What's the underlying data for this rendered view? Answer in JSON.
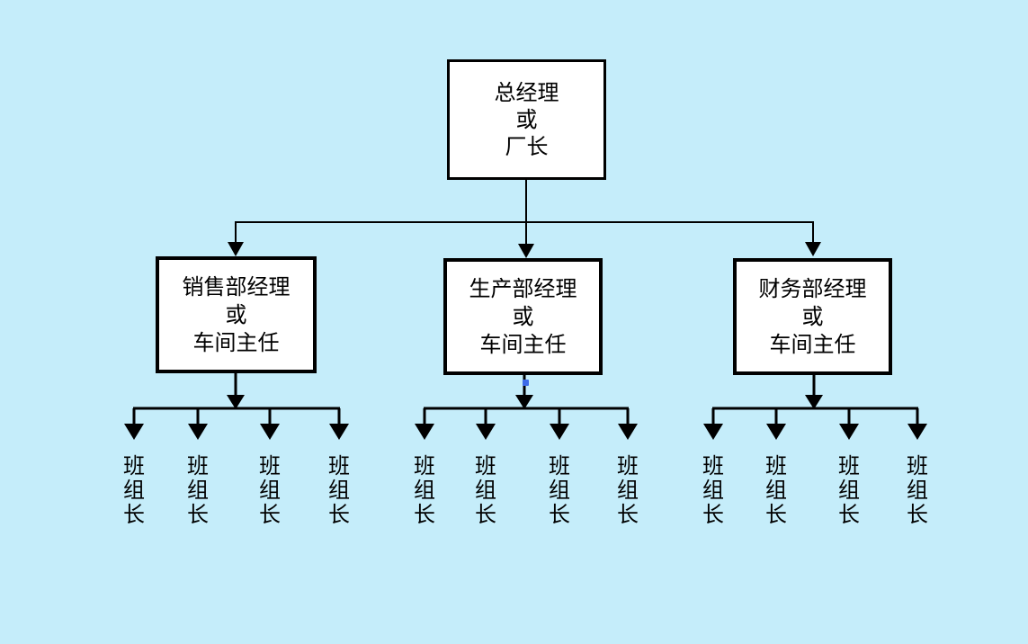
{
  "page": {
    "background_color": "#C5EDFA",
    "description": "Organization chart slide"
  },
  "colors": {
    "line": "#000000",
    "box_fill": "#FFFFFF",
    "box_border": "#000000",
    "handle": "#3D6BE8"
  },
  "org_chart": {
    "root": {
      "lines": [
        "总经理",
        "或",
        "厂长"
      ]
    },
    "departments": [
      {
        "id": "sales",
        "lines": [
          "销售部经理",
          "或",
          "车间主任"
        ],
        "team_leaders": [
          "班组长",
          "班组长",
          "班组长",
          "班组长"
        ]
      },
      {
        "id": "production",
        "lines": [
          "生产部经理",
          "或",
          "车间主任"
        ],
        "team_leaders": [
          "班组长",
          "班组长",
          "班组长",
          "班组长"
        ]
      },
      {
        "id": "finance",
        "lines": [
          "财务部经理",
          "或",
          "车间主任"
        ],
        "team_leaders": [
          "班组长",
          "班组长",
          "班组长",
          "班组长"
        ]
      }
    ]
  }
}
